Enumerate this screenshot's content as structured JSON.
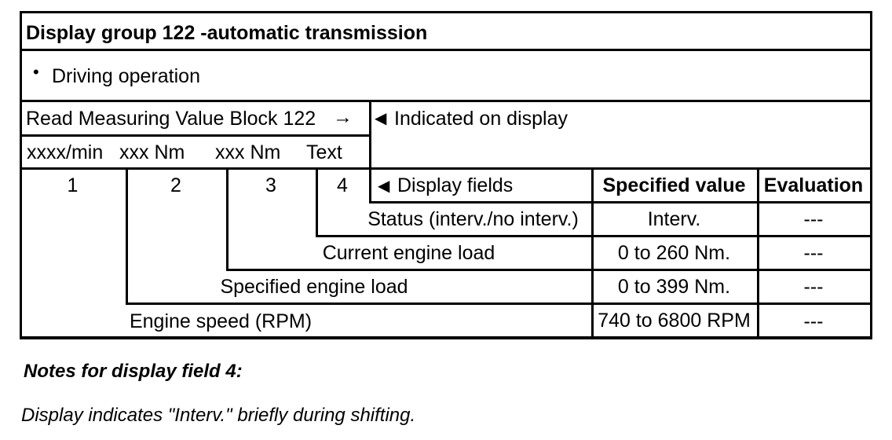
{
  "table": {
    "title": "Display group 122 -automatic transmission",
    "bullet": "•",
    "operation": "Driving operation",
    "read_block": "Read Measuring Value Block 122",
    "arrow_right": "→",
    "indicated_marker": "◀",
    "indicated_label": "Indicated on display",
    "units": [
      "xxxx/min",
      "xxx Nm",
      "xxx Nm",
      "Text"
    ],
    "field_numbers": [
      "1",
      "2",
      "3",
      "4"
    ],
    "display_fields_marker": "◀",
    "display_fields_label": "Display fields",
    "col_specified": "Specified value",
    "col_evaluation": "Evaluation",
    "rows": [
      {
        "label": "Status (interv./no interv.)",
        "specified": "Interv.",
        "evaluation": "---"
      },
      {
        "label": "Current engine load",
        "specified": "0 to 260 Nm.",
        "evaluation": "---"
      },
      {
        "label": "Specified engine load",
        "specified": "0 to 399 Nm.",
        "evaluation": "---"
      },
      {
        "label": "Engine speed (RPM)",
        "specified": "740 to 6800 RPM",
        "evaluation": "---"
      }
    ]
  },
  "notes": {
    "heading": "Notes for display field 4:",
    "body": "Display indicates \"Interv.\" briefly during shifting."
  }
}
